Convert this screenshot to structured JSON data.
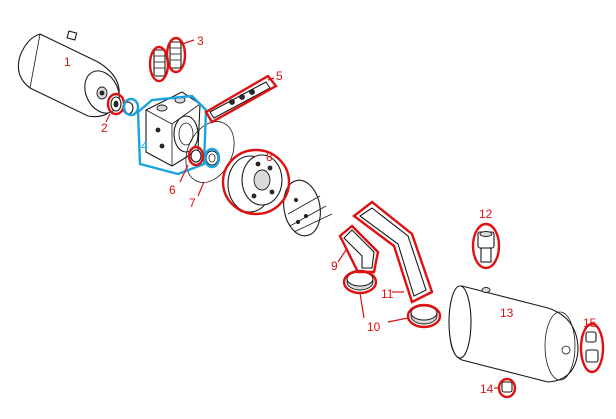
{
  "colors": {
    "red_highlight": "#e01010",
    "blue_highlight": "#1aa3e0",
    "line_art": "#1a1a1a"
  },
  "callouts": [
    {
      "id": "1",
      "label": "1",
      "color": "red"
    },
    {
      "id": "2",
      "label": "2",
      "color": "red"
    },
    {
      "id": "3",
      "label": "3",
      "color": "red"
    },
    {
      "id": "4",
      "label": "4",
      "color": "blue"
    },
    {
      "id": "5",
      "label": "5",
      "color": "red"
    },
    {
      "id": "6",
      "label": "6",
      "color": "red"
    },
    {
      "id": "7",
      "label": "7",
      "color": "red"
    },
    {
      "id": "8",
      "label": "8",
      "color": "red"
    },
    {
      "id": "9",
      "label": "9",
      "color": "red"
    },
    {
      "id": "10",
      "label": "10",
      "color": "red"
    },
    {
      "id": "11",
      "label": "11",
      "color": "red"
    },
    {
      "id": "12",
      "label": "12",
      "color": "red"
    },
    {
      "id": "13",
      "label": "13",
      "color": "red"
    },
    {
      "id": "14",
      "label": "14",
      "color": "red"
    },
    {
      "id": "15",
      "label": "15",
      "color": "red"
    }
  ]
}
